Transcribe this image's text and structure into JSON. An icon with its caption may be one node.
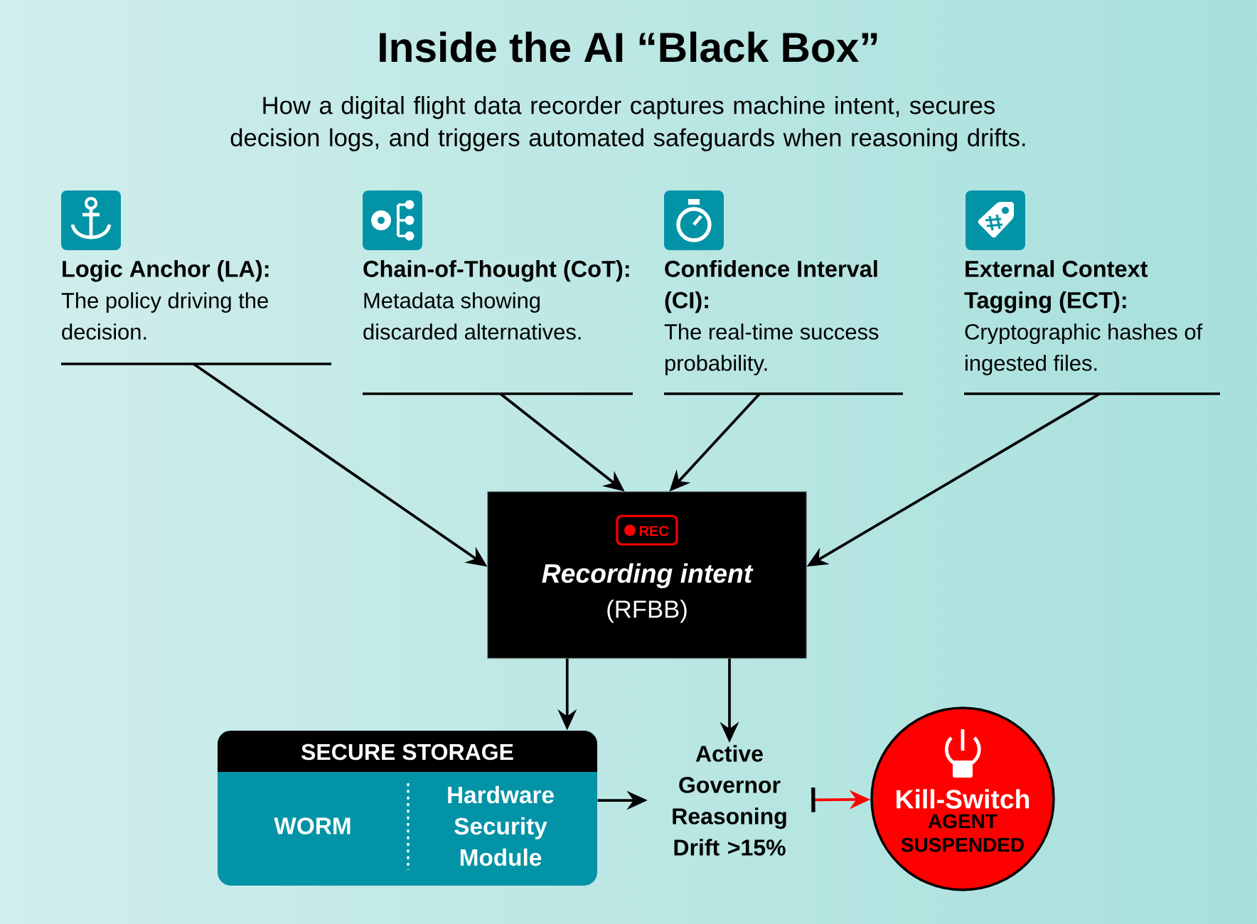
{
  "diagram": {
    "title": "Inside the AI “Black Box”",
    "nodes": [
      {
        "text": [
          "Logic Anchor (LA):",
          "The policy driving the decision."
        ]
      },
      {
        "text": [
          "Chain-of-Thought (CoT):",
          "Metadata showing discarded alternatives."
        ]
      },
      {
        "text": [
          "Confidence Interval (CI):",
          "The real-time success probability."
        ]
      },
      {
        "text": [
          "External Context Tagging (ECT):",
          "Cryptographic hashes of ingested files."
        ]
      },
      {
        "text": [
          "REC",
          "Recording intent",
          "(RFBB)"
        ]
      },
      {
        "text": [
          "SECURE STORAGE"
        ]
      },
      {
        "text": [
          "WORM"
        ],
        "in": 5
      },
      {
        "text": [
          "Hardware Security Module"
        ],
        "in": 5
      },
      {
        "text": [
          "Active Governor Reasoning Drift >15%"
        ]
      },
      {
        "text": [
          "Kill-Switch",
          "AGENT SUSPENDED"
        ]
      }
    ],
    "edges": [
      {
        "from": 0,
        "to": 4,
        "arrow": "to"
      },
      {
        "from": 1,
        "to": 4,
        "arrow": "to"
      },
      {
        "from": 2,
        "to": 4,
        "arrow": "to"
      },
      {
        "from": 3,
        "to": 4,
        "arrow": "to"
      },
      {
        "from": 4,
        "to": 5,
        "arrow": "to"
      },
      {
        "from": 4,
        "to": 8,
        "arrow": "to"
      },
      {
        "from": 5,
        "to": 8,
        "arrow": "to"
      },
      {
        "from": 8,
        "to": 9,
        "arrow": "to",
        "color": "#ff0000"
      }
    ],
    "labels": [
      "How a digital flight data recorder captures machine intent, secures decision logs, and triggers automated safeguards when reasoning drifts."
    ]
  }
}
